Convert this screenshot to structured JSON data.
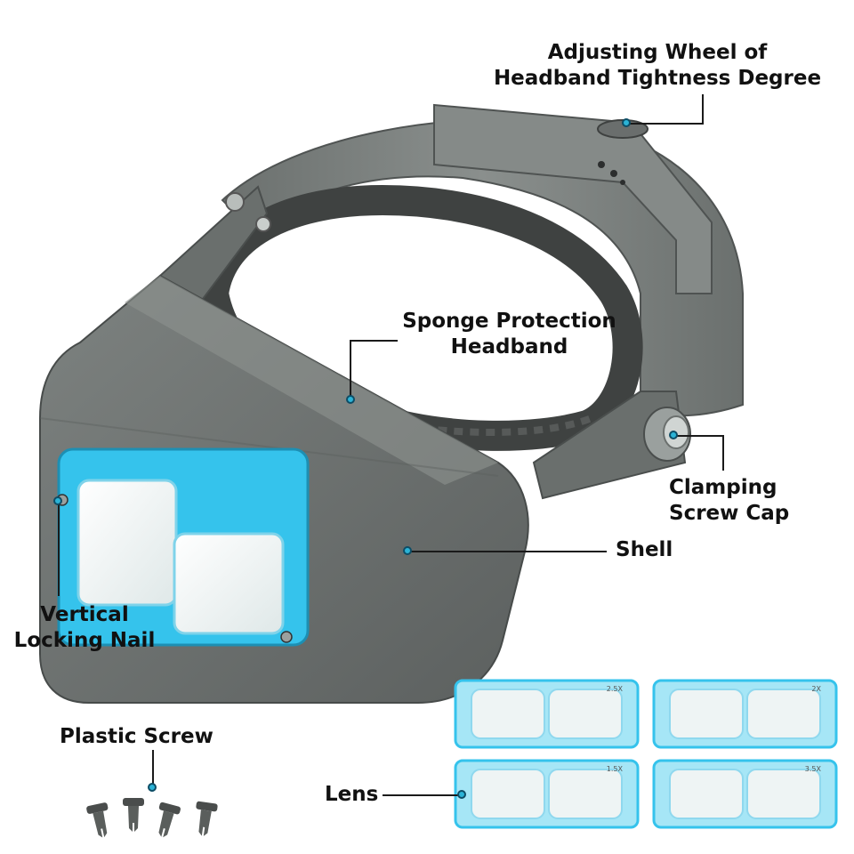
{
  "colors": {
    "shell": "#6f7472",
    "shell_dark": "#4f5352",
    "shell_light": "#8a8f8d",
    "band": "#7a7f7d",
    "sponge": "#3f4241",
    "lens_frame": "#35c3ec",
    "lens_frame_light": "#a6e6f6",
    "lens_glass": "#eef4f4",
    "marker": "#2bb3d6",
    "text": "#111111"
  },
  "labels": {
    "adjusting_wheel_line1": "Adjusting Wheel of",
    "adjusting_wheel_line2": "Headband Tightness Degree",
    "sponge_line1": "Sponge Protection",
    "sponge_line2": "Headband",
    "clamping_line1": "Clamping",
    "clamping_line2": "Screw Cap",
    "shell": "Shell",
    "vertical_line1": "Vertical",
    "vertical_line2": "Locking Nail",
    "plastic_screw": "Plastic Screw",
    "lens": "Lens"
  },
  "lens_plates": [
    {
      "mark": "2.5X"
    },
    {
      "mark": "2X"
    },
    {
      "mark": "1.5X"
    },
    {
      "mark": "3.5X"
    }
  ],
  "screws": [
    {
      "name": "plastic-screw-1"
    },
    {
      "name": "plastic-screw-2"
    },
    {
      "name": "plastic-screw-3"
    },
    {
      "name": "plastic-screw-4"
    }
  ]
}
